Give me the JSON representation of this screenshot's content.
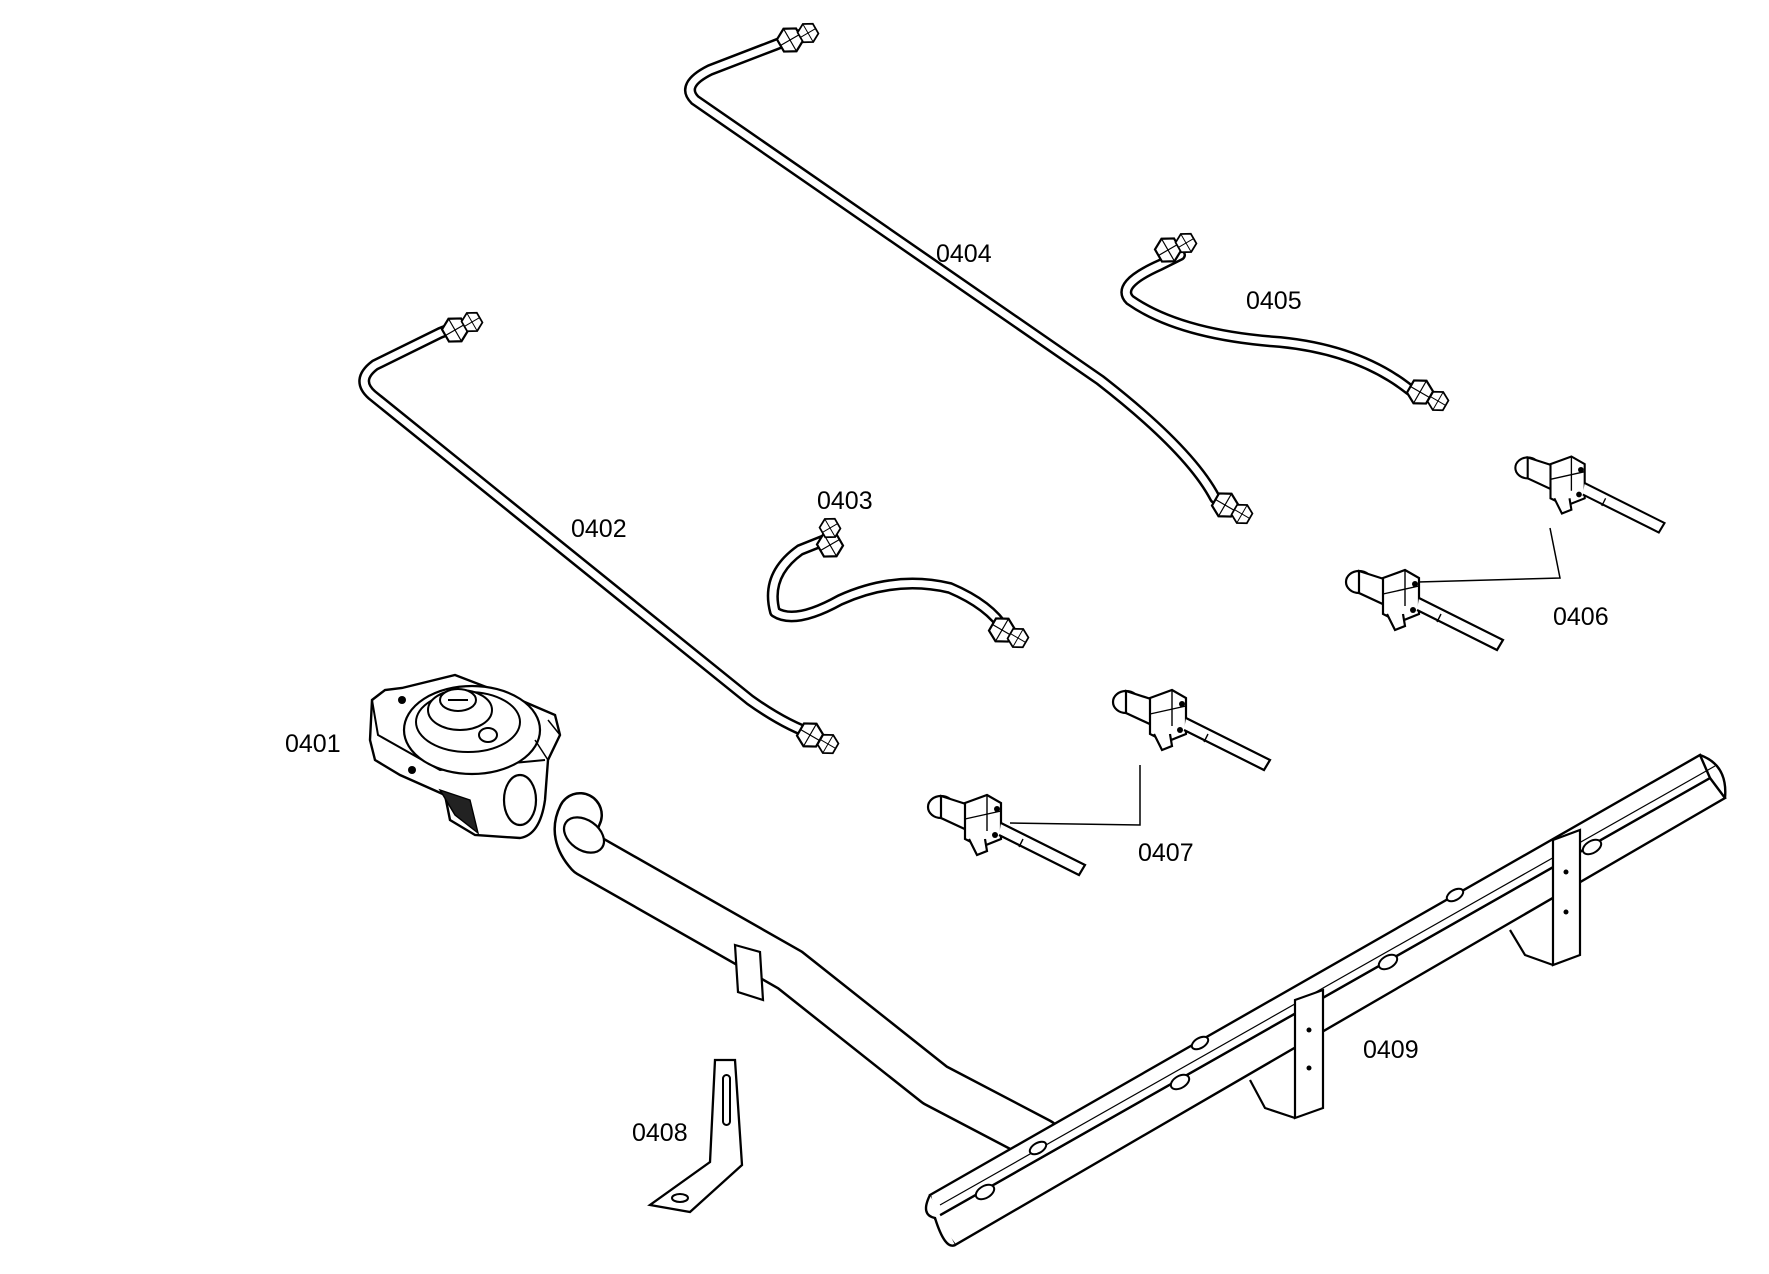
{
  "parts": [
    {
      "id": "p0401",
      "label": "0401",
      "icon": "pressure-regulator"
    },
    {
      "id": "p0402",
      "label": "0402",
      "icon": "gas-tube"
    },
    {
      "id": "p0403",
      "label": "0403",
      "icon": "gas-tube"
    },
    {
      "id": "p0404",
      "label": "0404",
      "icon": "gas-tube"
    },
    {
      "id": "p0405",
      "label": "0405",
      "icon": "gas-tube"
    },
    {
      "id": "p0406",
      "label": "0406",
      "icon": "gas-valve"
    },
    {
      "id": "p0407",
      "label": "0407",
      "icon": "gas-valve"
    },
    {
      "id": "p0408",
      "label": "0408",
      "icon": "bracket"
    },
    {
      "id": "p0409",
      "label": "0409",
      "icon": "gas-manifold"
    }
  ]
}
